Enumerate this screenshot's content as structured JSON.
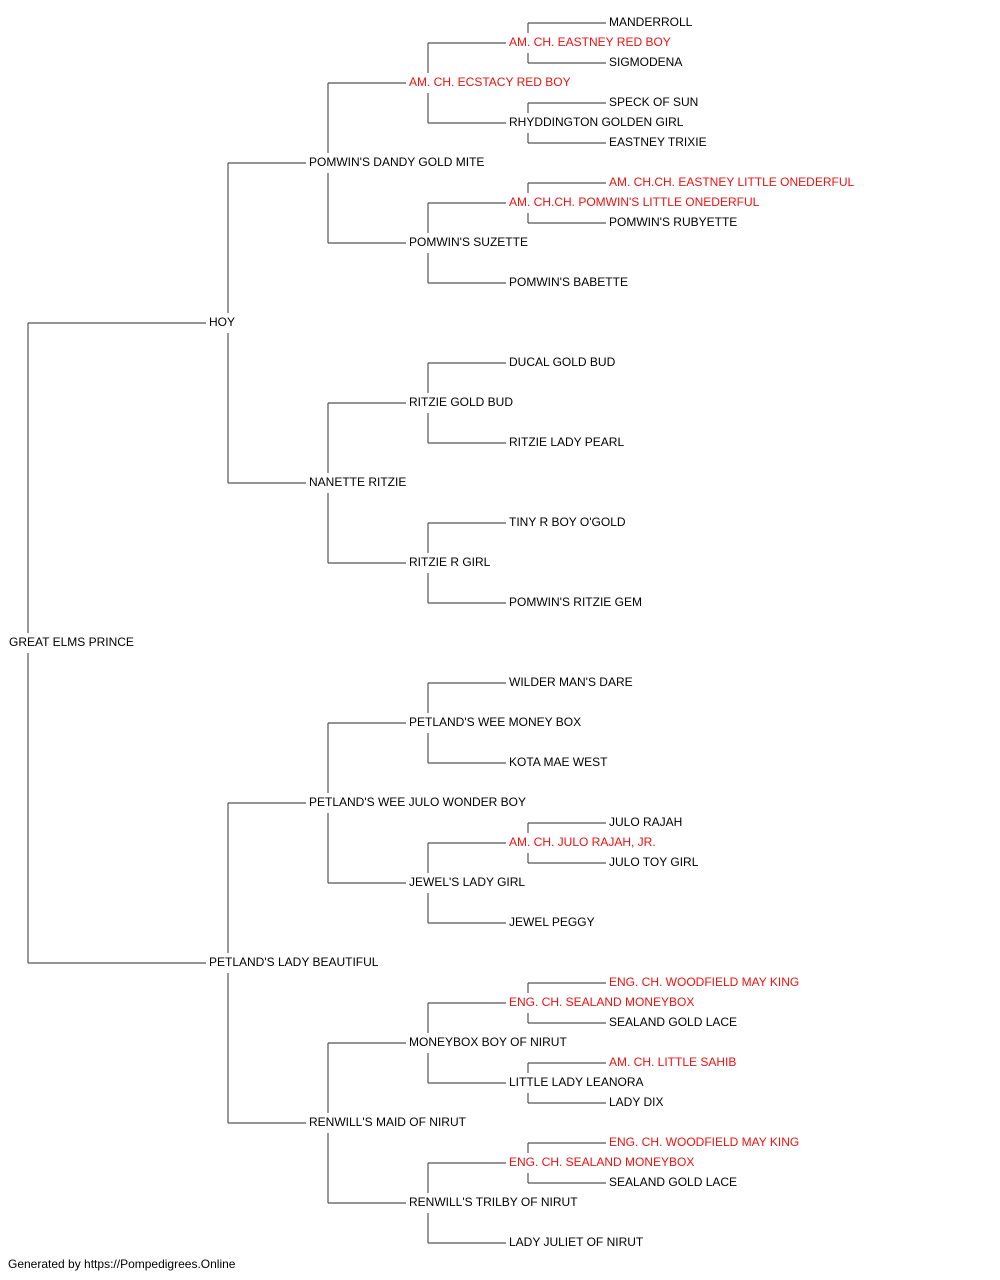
{
  "colors": {
    "line": "#555555",
    "text": "#000000",
    "champion": "#ee1111"
  },
  "pedigree": {
    "name": "GREAT ELMS PRINCE",
    "sire": {
      "name": "HOY",
      "sire": {
        "name": "POMWIN'S DANDY GOLD MITE",
        "sire": {
          "name": "AM. CH. ECSTACY RED BOY",
          "champion": true,
          "sire": {
            "name": "AM. CH. EASTNEY RED BOY",
            "champion": true,
            "sire": {
              "name": "MANDERROLL"
            },
            "dam": {
              "name": "SIGMODENA"
            }
          },
          "dam": {
            "name": "RHYDDINGTON GOLDEN GIRL",
            "sire": {
              "name": "SPECK OF SUN"
            },
            "dam": {
              "name": "EASTNEY TRIXIE"
            }
          }
        },
        "dam": {
          "name": "POMWIN'S SUZETTE",
          "sire": {
            "name": "AM. CH.CH. POMWIN'S LITTLE ONEDERFUL",
            "champion": true,
            "sire": {
              "name": "AM. CH.CH. EASTNEY LITTLE ONEDERFUL",
              "champion": true
            },
            "dam": {
              "name": "POMWIN'S RUBYETTE"
            }
          },
          "dam": {
            "name": "POMWIN'S BABETTE"
          }
        }
      },
      "dam": {
        "name": "NANETTE RITZIE",
        "sire": {
          "name": "RITZIE GOLD BUD",
          "sire": {
            "name": "DUCAL GOLD BUD"
          },
          "dam": {
            "name": "RITZIE LADY PEARL"
          }
        },
        "dam": {
          "name": "RITZIE R GIRL",
          "sire": {
            "name": "TINY R BOY O'GOLD"
          },
          "dam": {
            "name": "POMWIN'S RITZIE GEM"
          }
        }
      }
    },
    "dam": {
      "name": "PETLAND'S LADY BEAUTIFUL",
      "sire": {
        "name": "PETLAND'S WEE JULO WONDER BOY",
        "sire": {
          "name": "PETLAND'S WEE MONEY BOX",
          "sire": {
            "name": "WILDER MAN'S DARE"
          },
          "dam": {
            "name": "KOTA MAE WEST"
          }
        },
        "dam": {
          "name": "JEWEL'S LADY GIRL",
          "sire": {
            "name": "AM. CH. JULO RAJAH, JR.",
            "champion": true,
            "sire": {
              "name": "JULO RAJAH"
            },
            "dam": {
              "name": "JULO TOY GIRL"
            }
          },
          "dam": {
            "name": "JEWEL PEGGY"
          }
        }
      },
      "dam": {
        "name": "RENWILL'S MAID OF NIRUT",
        "sire": {
          "name": "MONEYBOX BOY OF NIRUT",
          "sire": {
            "name": "ENG. CH. SEALAND MONEYBOX",
            "champion": true,
            "sire": {
              "name": "ENG. CH. WOODFIELD MAY KING",
              "champion": true
            },
            "dam": {
              "name": "SEALAND GOLD LACE"
            }
          },
          "dam": {
            "name": "LITTLE LADY LEANORA",
            "sire": {
              "name": "AM. CH. LITTLE SAHIB",
              "champion": true
            },
            "dam": {
              "name": "LADY DIX"
            }
          }
        },
        "dam": {
          "name": "RENWILL'S TRILBY OF NIRUT",
          "sire": {
            "name": "ENG. CH. SEALAND MONEYBOX",
            "champion": true,
            "sire": {
              "name": "ENG. CH. WOODFIELD MAY KING",
              "champion": true
            },
            "dam": {
              "name": "SEALAND GOLD LACE"
            }
          },
          "dam": {
            "name": "LADY JULIET OF NIRUT"
          }
        }
      }
    }
  },
  "footer": {
    "text": "Generated by https://Pompedigrees.Online"
  }
}
